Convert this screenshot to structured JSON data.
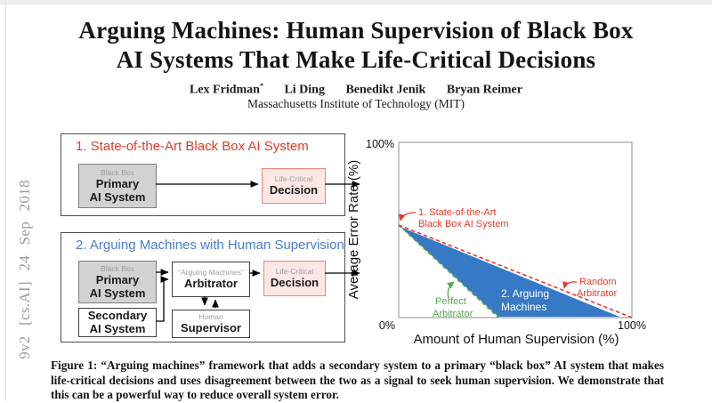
{
  "arxiv_stamp": "9v2  [cs.AI]  24 Sep 2018",
  "header": {
    "title_lines": [
      "Arguing Machines: Human Supervision of Black Box",
      "AI Systems That Make Life-Critical Decisions"
    ],
    "authors": [
      {
        "name": "Lex Fridman",
        "mark": "*"
      },
      {
        "name": "Li Ding",
        "mark": ""
      },
      {
        "name": "Benedikt Jenik",
        "mark": ""
      },
      {
        "name": "Bryan Reimer",
        "mark": ""
      }
    ],
    "affiliation": "Massachusetts Institute of Technology (MIT)"
  },
  "diagram1": {
    "title": "1. State-of-the-Art Black Box AI System",
    "primary_box": {
      "tag": "Black Box",
      "line1": "Primary",
      "line2": "AI System"
    },
    "decision_box": {
      "tag": "Life-Critical",
      "line1": "Decision"
    }
  },
  "diagram2": {
    "title": "2. Arguing Machines with Human Supervision",
    "primary_box": {
      "tag": "Black Box",
      "line1": "Primary",
      "line2": "AI System"
    },
    "secondary_box": {
      "line1": "Secondary",
      "line2": "AI System"
    },
    "arbitrator_box": {
      "tag": "“Arguing Machines”",
      "line1": "Arbitrator"
    },
    "supervisor_box": {
      "tag": "Human",
      "line1": "Supervisor"
    },
    "decision_box": {
      "tag": "Life-Critical",
      "line1": "Decision"
    }
  },
  "chart_data": {
    "type": "line",
    "title": "",
    "xlabel": "Amount of Human Supervision (%)",
    "ylabel": "Average Error Rate (%)",
    "xlim": [
      0,
      100
    ],
    "ylim": [
      0,
      100
    ],
    "xticks": [
      "0%",
      "100%"
    ],
    "yticks": [
      "0%",
      "100%"
    ],
    "grid": false,
    "legend_position": "inline-annotations",
    "series": [
      {
        "name": "1. State-of-the-Art Black Box AI System (Random Arbitrator)",
        "style": "dashed",
        "color": "#df3c2c",
        "x": [
          0,
          100
        ],
        "y": [
          53,
          0
        ]
      },
      {
        "name": "Perfect Arbitrator",
        "style": "dashed",
        "color": "#57a552",
        "x": [
          0,
          42
        ],
        "y": [
          53,
          0
        ]
      },
      {
        "name": "2. Arguing Machines",
        "style": "filled-area",
        "color": "#3679c5",
        "polygon": [
          [
            0,
            53
          ],
          [
            42,
            0
          ],
          [
            100,
            0
          ]
        ]
      }
    ],
    "annotations": [
      {
        "id": "sota",
        "lines": [
          "1. State-of-the-Art",
          "Black Box AI System"
        ],
        "color": "#df3c2c",
        "points_to": [
          0,
          53
        ]
      },
      {
        "id": "random-arbitrator",
        "lines": [
          "Random",
          "Arbitrator"
        ],
        "color": "#df3c2c",
        "points_to": [
          72,
          15
        ]
      },
      {
        "id": "perfect-arbitrator",
        "lines": [
          "Perfect",
          "Arbitrator"
        ],
        "color": "#57a552",
        "points_to": [
          25,
          22
        ]
      },
      {
        "id": "arguing-machines",
        "lines": [
          "2. Arguing",
          "Machines"
        ],
        "color": "#ffffff"
      }
    ]
  },
  "caption": {
    "text": "Figure 1: “Arguing machines” framework that adds a secondary system to a primary “black box” AI system that makes life-critical decisions and uses disagreement between the two as a signal to seek human supervision. We demonstrate that this can be a powerful way to reduce overall system error."
  },
  "colors": {
    "diagram1_title": "#df3c2c",
    "diagram2_title": "#4a7cce",
    "primary_box_fill": "#d2d2d2",
    "decision_box_fill": "#fbe7e5",
    "decision_box_border": "#ec8576",
    "area_fill": "#3679c5",
    "arxiv_stamp_text": "#9b9b9b"
  }
}
